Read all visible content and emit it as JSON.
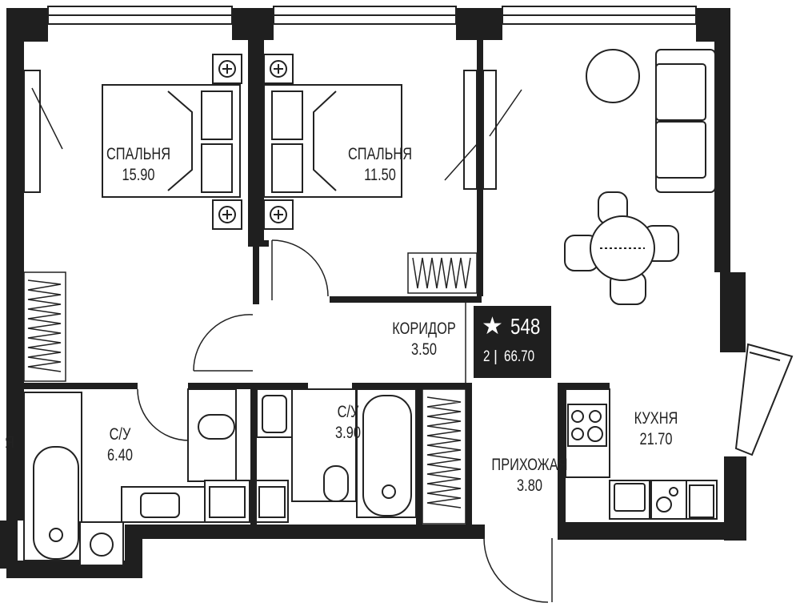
{
  "rooms": {
    "bedroom_left": {
      "name": "СПАЛЬНЯ",
      "area": "15.90"
    },
    "bedroom_right": {
      "name": "СПАЛЬНЯ",
      "area": "11.50"
    },
    "corridor": {
      "name": "КОРИДОР",
      "area": "3.50"
    },
    "bath_left": {
      "name": "С/У",
      "area": "6.40"
    },
    "bath_mid": {
      "name": "С/У",
      "area": "3.90"
    },
    "hall": {
      "name": "ПРИХОЖАЯ",
      "area": "3.80"
    },
    "kitchen": {
      "name": "КУХНЯ",
      "area": "21.70"
    }
  },
  "badge": {
    "star_icon": "star-icon",
    "number": "548",
    "rooms_count": "2",
    "separator": "|",
    "total_area": "66.70"
  },
  "edge_fragment": "Я",
  "colors": {
    "wall": "#1f1f1f",
    "line": "#222222",
    "badge_bg": "#1f1f1f",
    "badge_text": "#ffffff"
  }
}
